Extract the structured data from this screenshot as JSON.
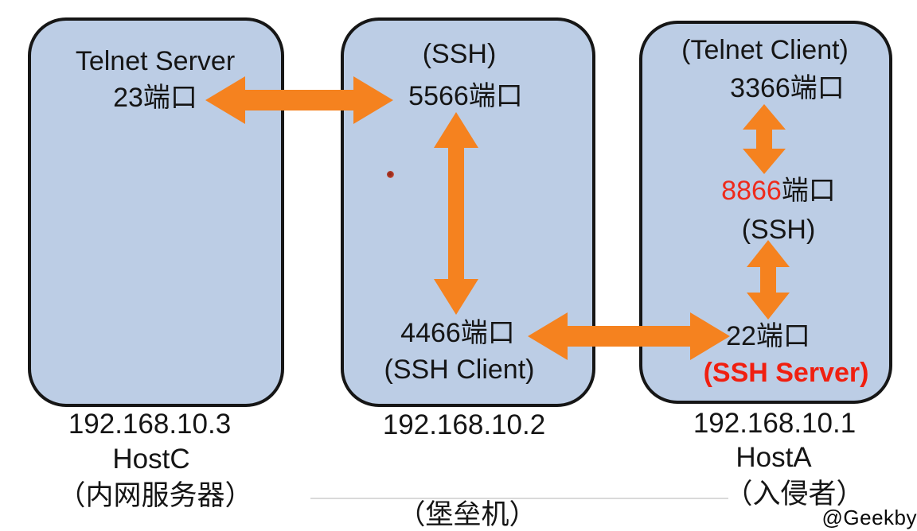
{
  "colors": {
    "box_fill": "#bccde5",
    "box_border": "#161616",
    "arrow_orange": "#f5821f",
    "highlight_red": "#ee2b1c",
    "text_black": "#111111"
  },
  "hosts": {
    "hostC": {
      "service": "Telnet Server",
      "port": "23端口",
      "ip": "192.168.10.3",
      "name": "HostC",
      "role": "（内网服务器）"
    },
    "bastion": {
      "service_top": "(SSH)",
      "port_top": "5566端口",
      "port_bottom": "4466端口",
      "service_bottom": "(SSH Client)",
      "ip": "192.168.10.2",
      "role": "（堡垒机）"
    },
    "hostA": {
      "service_top": "(Telnet Client)",
      "port_top": "3366端口",
      "port_mid_number": "8866",
      "port_mid_suffix": "端口",
      "service_mid": "(SSH)",
      "port_bottom": "22端口",
      "service_bottom": "(SSH Server)",
      "ip": "192.168.10.1",
      "name": "HostA",
      "role": "（入侵者）"
    }
  },
  "connections": [
    {
      "between": [
        "HostC 23端口",
        "堡垒机 5566端口"
      ],
      "direction": "bidirectional",
      "orientation": "horizontal"
    },
    {
      "between": [
        "堡垒机 5566端口",
        "堡垒机 4466端口"
      ],
      "direction": "bidirectional",
      "orientation": "vertical"
    },
    {
      "between": [
        "堡垒机 4466端口",
        "HostA 22端口"
      ],
      "direction": "bidirectional",
      "orientation": "horizontal"
    },
    {
      "between": [
        "HostA 3366端口",
        "HostA 8866端口"
      ],
      "direction": "bidirectional",
      "orientation": "vertical"
    },
    {
      "between": [
        "HostA 8866端口 (SSH)",
        "HostA 22端口"
      ],
      "direction": "bidirectional",
      "orientation": "vertical"
    }
  ],
  "watermark": "@Geekby"
}
